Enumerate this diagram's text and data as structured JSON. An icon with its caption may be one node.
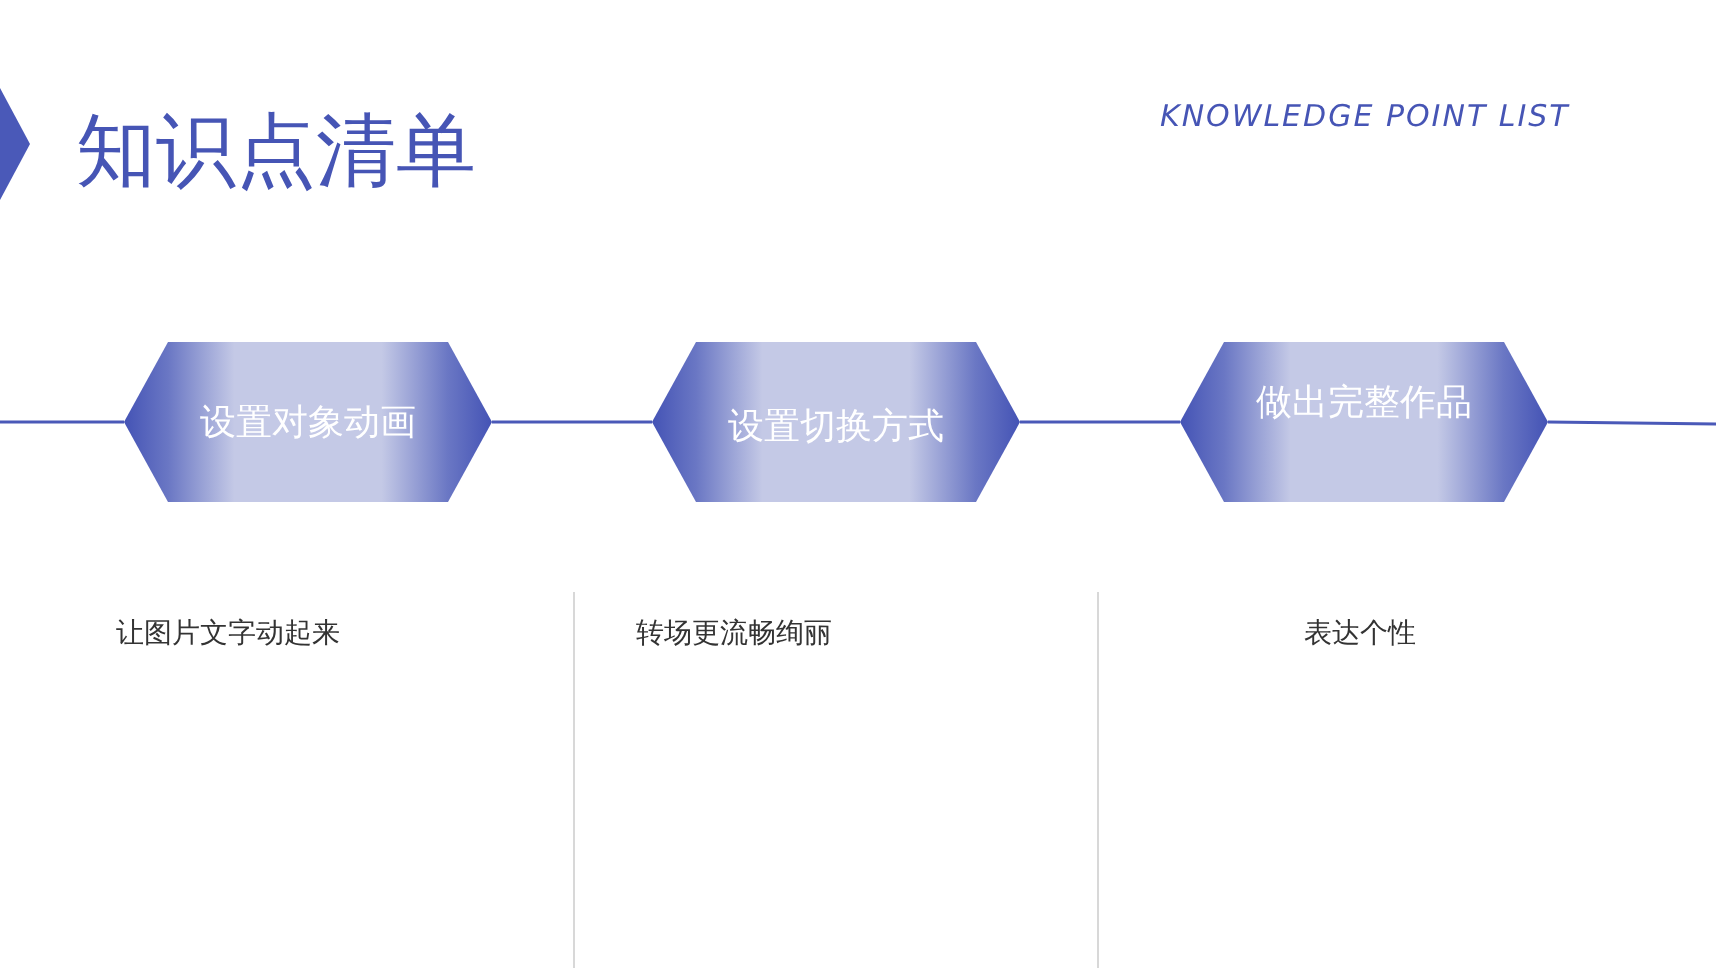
{
  "diagram": {
    "title": "知识点清单",
    "nodes": [
      {
        "text": [
          "设置对象动画"
        ]
      },
      {
        "text": [
          "设置切换方式"
        ]
      },
      {
        "text": [
          "做出完整作品"
        ]
      }
    ],
    "edges": [
      {
        "from": null,
        "to": 0,
        "arrow": "none"
      },
      {
        "from": 0,
        "to": 1,
        "arrow": "none"
      },
      {
        "from": 1,
        "to": 2,
        "arrow": "none"
      },
      {
        "from": 2,
        "to": null,
        "arrow": "none"
      }
    ],
    "labels": [
      "KNOWLEDGE POINT LIST",
      "让图片文字动起来",
      "转场更流畅绚丽",
      "表达个性"
    ]
  }
}
